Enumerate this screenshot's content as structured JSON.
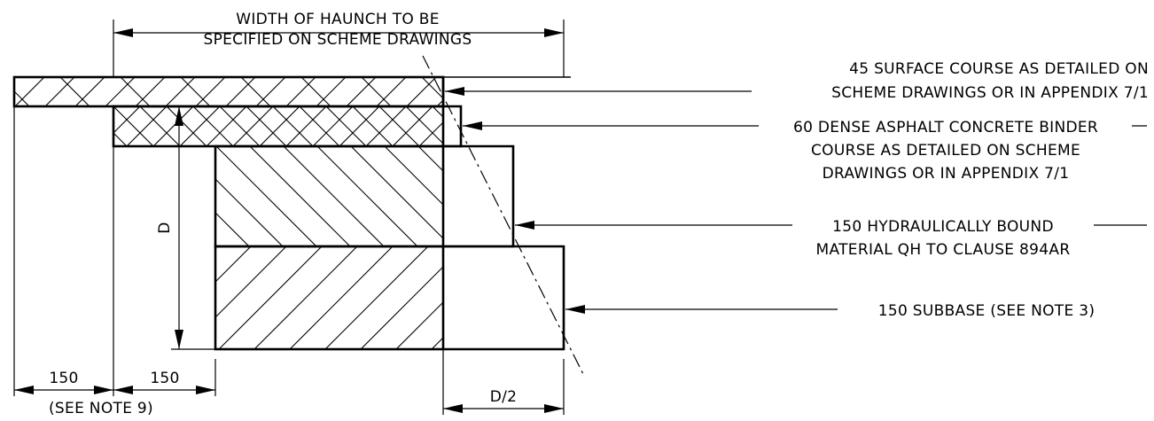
{
  "drawing": {
    "haunch_label": [
      "WIDTH OF HAUNCH TO BE",
      "SPECIFIED ON SCHEME DRAWINGS"
    ],
    "layers": [
      {
        "id": "surface",
        "lines": [
          "45 SURFACE COURSE AS DETAILED ON",
          "SCHEME DRAWINGS OR IN APPENDIX 7/1"
        ]
      },
      {
        "id": "binder",
        "lines": [
          "60 DENSE ASPHALT CONCRETE BINDER",
          "COURSE AS DETAILED ON SCHEME",
          "DRAWINGS OR IN APPENDIX 7/1"
        ]
      },
      {
        "id": "hbm",
        "lines": [
          "150 HYDRAULICALLY BOUND",
          "MATERIAL QH TO CLAUSE 894AR"
        ]
      },
      {
        "id": "subbase",
        "lines": [
          "150 SUBBASE (SEE NOTE 3)"
        ]
      }
    ],
    "dimensions": {
      "depth": "D",
      "offset_left": "150",
      "offset_mid": "150",
      "note": "(SEE NOTE 9)",
      "half_depth": "D/2"
    }
  }
}
